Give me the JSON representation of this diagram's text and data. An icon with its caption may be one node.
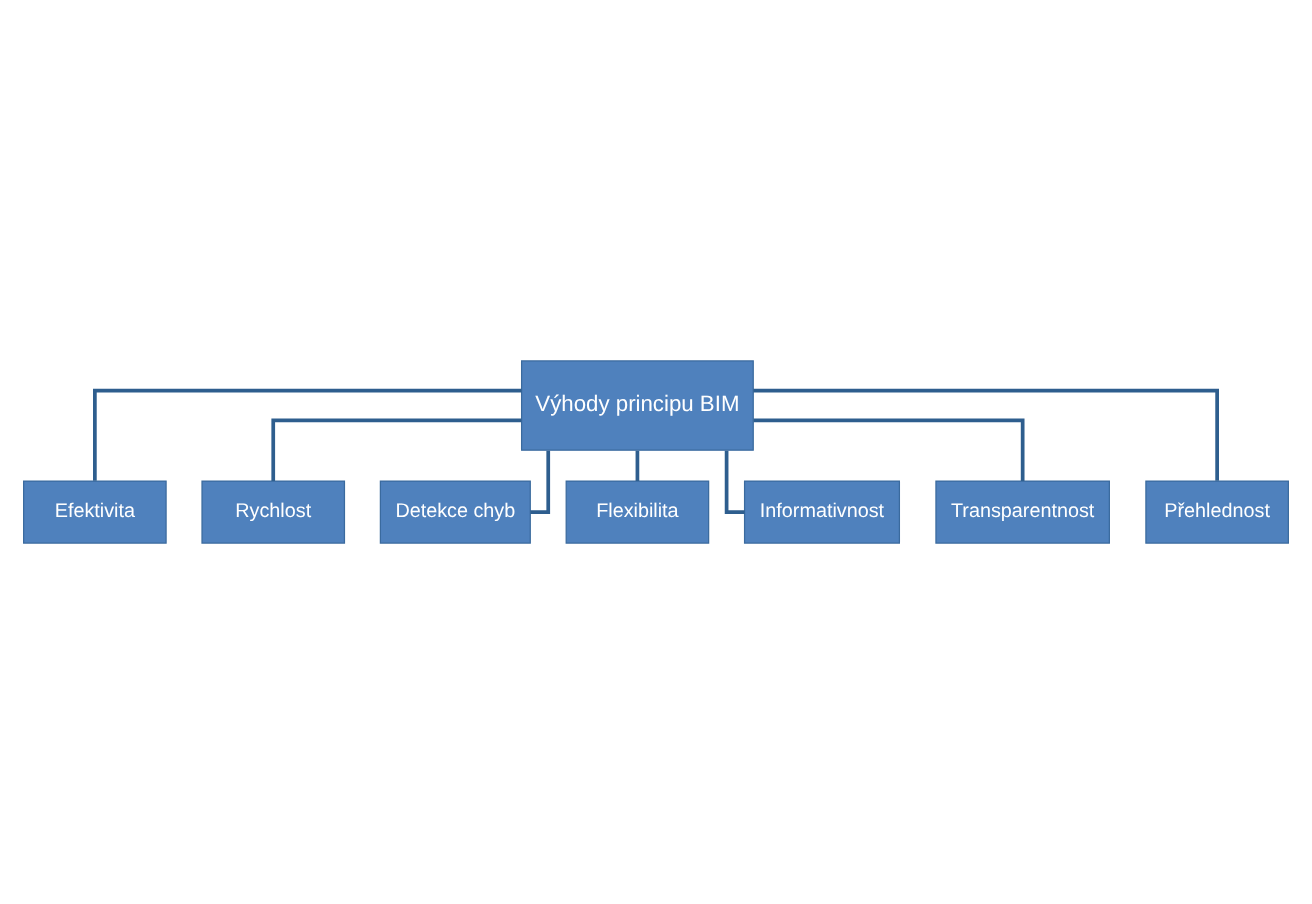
{
  "diagram": {
    "nodes": [
      {
        "text": [
          "Výhody principu BIM"
        ]
      },
      {
        "text": [
          "Efektivita"
        ]
      },
      {
        "text": [
          "Rychlost"
        ]
      },
      {
        "text": [
          "Detekce chyb"
        ]
      },
      {
        "text": [
          "Flexibilita"
        ]
      },
      {
        "text": [
          "Informativnost"
        ]
      },
      {
        "text": [
          "Transparentnost"
        ]
      },
      {
        "text": [
          "Přehlednost"
        ]
      }
    ],
    "edges": [
      {
        "from": 0,
        "to": 1,
        "arrow": "none"
      },
      {
        "from": 0,
        "to": 2,
        "arrow": "none"
      },
      {
        "from": 0,
        "to": 3,
        "arrow": "none"
      },
      {
        "from": 0,
        "to": 4,
        "arrow": "none"
      },
      {
        "from": 0,
        "to": 5,
        "arrow": "none"
      },
      {
        "from": 0,
        "to": 6,
        "arrow": "none"
      },
      {
        "from": 0,
        "to": 7,
        "arrow": "none"
      }
    ]
  }
}
